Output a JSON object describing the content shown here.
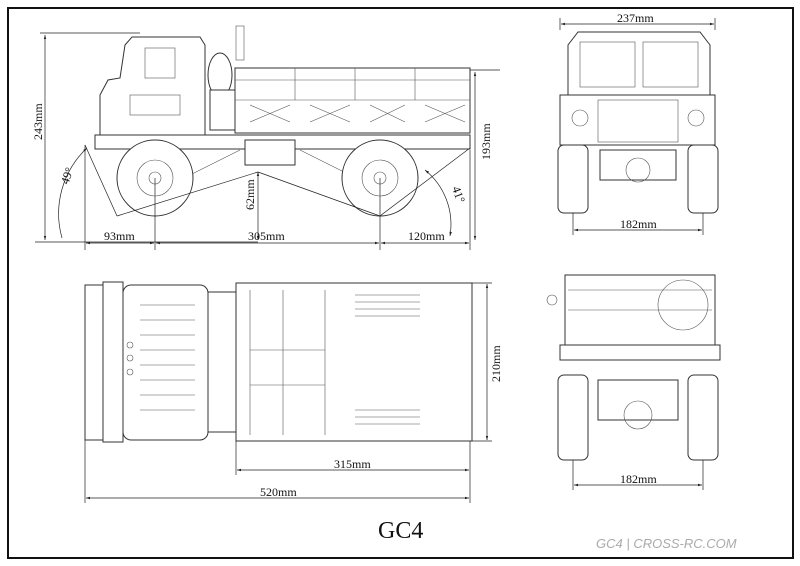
{
  "title": "GC4",
  "watermark": "GC4 | CROSS-RC.COM",
  "side_view": {
    "overall_height": "243mm",
    "bed_height": "193mm",
    "approach_angle": "49°",
    "departure_angle": "41°",
    "ground_clearance": "62mm",
    "front_overhang": "93mm",
    "wheelbase": "305mm",
    "rear_overhang": "120mm"
  },
  "front_view": {
    "width": "237mm",
    "track": "182mm"
  },
  "top_view": {
    "width": "210mm",
    "bed_length": "315mm",
    "overall_length": "520mm"
  },
  "rear_view": {
    "track": "182mm"
  }
}
